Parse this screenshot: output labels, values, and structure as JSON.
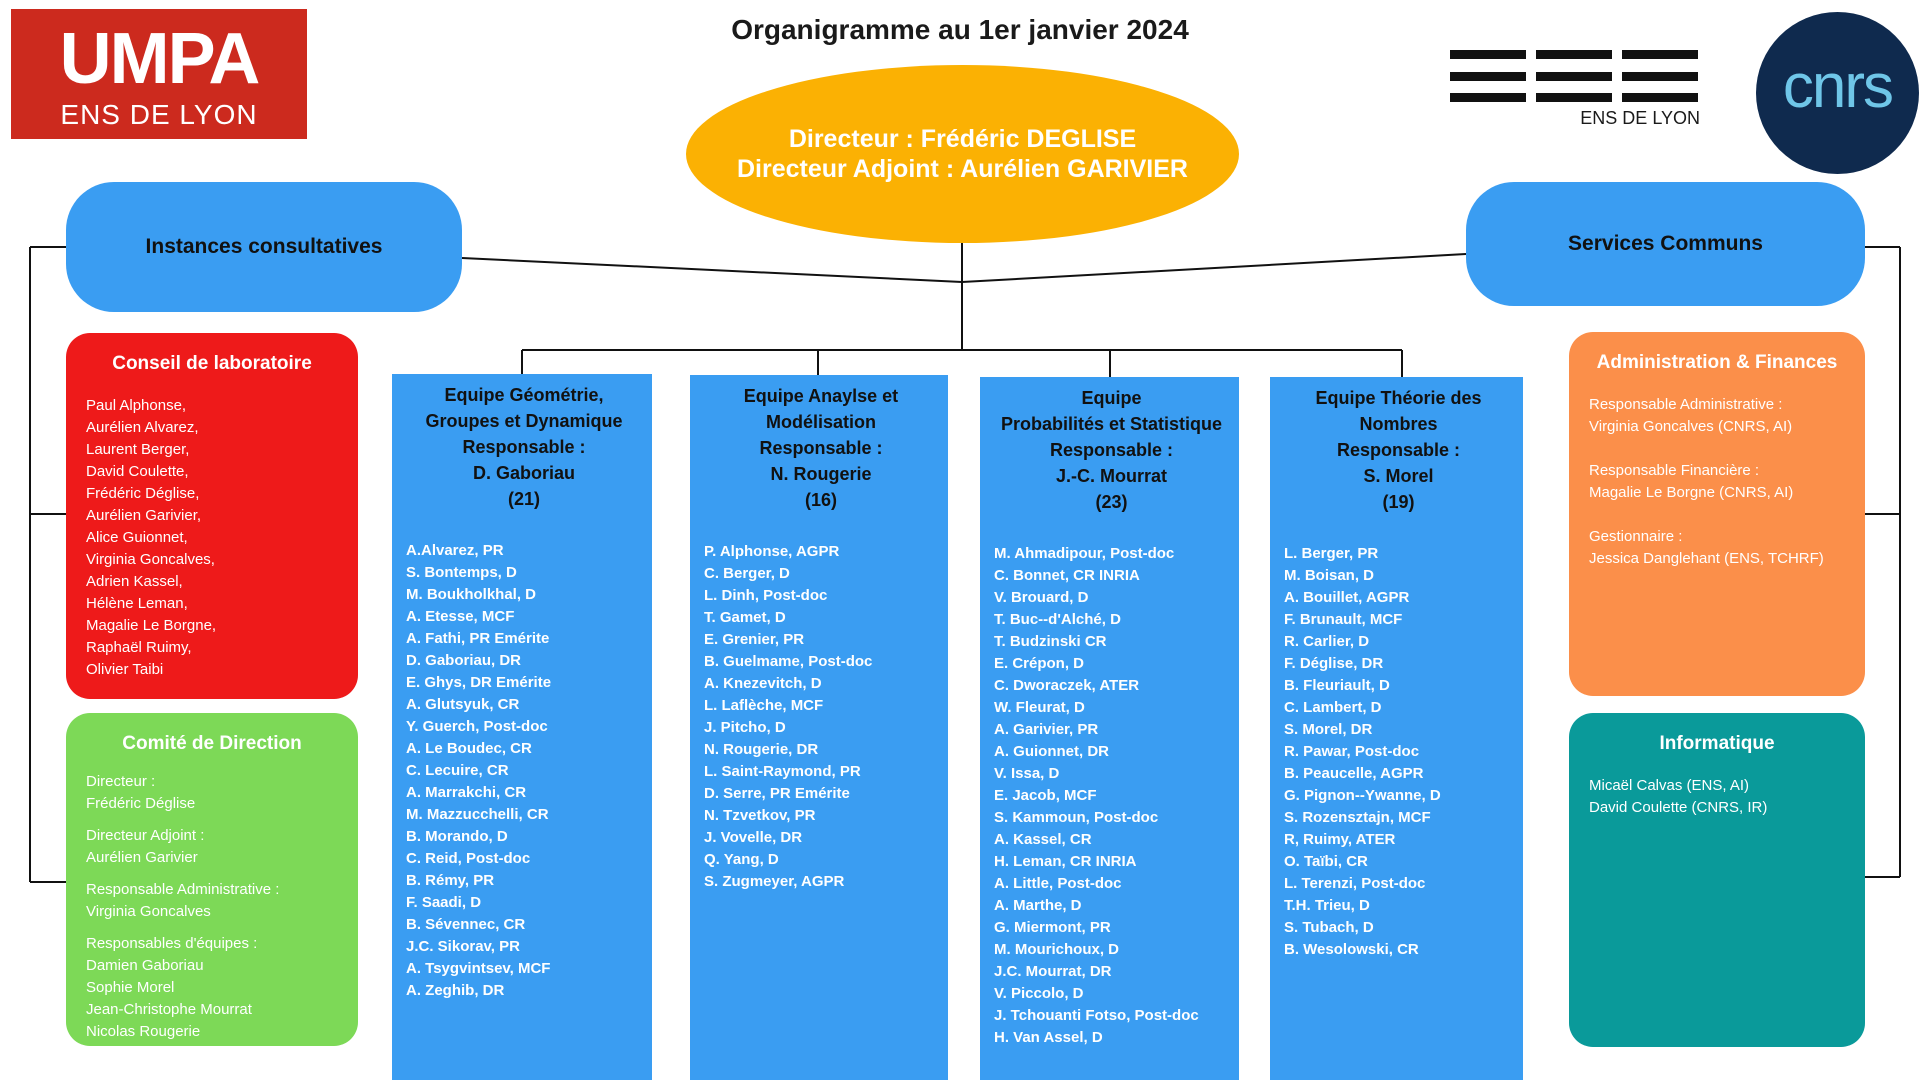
{
  "page_title": "Organigramme au 1er janvier 2024",
  "logos": {
    "umpa_main": "UMPA",
    "umpa_sub": "ENS DE LYON",
    "ens_sub": "ENS DE LYON",
    "cnrs": "cnrs"
  },
  "director": {
    "line1": "Directeur : Frédéric DEGLISE",
    "line2": "Directeur Adjoint : Aurélien GARIVIER"
  },
  "instances": {
    "label": "Instances consultatives"
  },
  "services": {
    "label": "Services Communs"
  },
  "conseil": {
    "title": "Conseil de laboratoire",
    "members": [
      "Paul Alphonse,",
      "Aurélien Alvarez,",
      "Laurent Berger,",
      "David Coulette,",
      "Frédéric Déglise,",
      " Aurélien Garivier,",
      "Alice Guionnet,",
      " Virginia Goncalves,",
      "Adrien Kassel,",
      "Hélène Leman,",
      "Magalie Le Borgne,",
      "Raphaël Ruimy,",
      "Olivier Taibi"
    ]
  },
  "comite": {
    "title": "Comité de Direction",
    "groups": [
      {
        "role": "Directeur :",
        "names": [
          "Frédéric Déglise"
        ]
      },
      {
        "role": "Directeur Adjoint :",
        "names": [
          "Aurélien Garivier"
        ]
      },
      {
        "role": "Responsable Administrative :",
        "names": [
          "Virginia Goncalves"
        ]
      },
      {
        "role": "Responsables d'équipes :",
        "names": [
          "Damien Gaboriau",
          "Sophie Morel",
          "Jean-Christophe Mourrat",
          "Nicolas Rougerie"
        ]
      }
    ]
  },
  "admin": {
    "title": "Administration & Finances",
    "groups": [
      {
        "role": "Responsable Administrative :",
        "names": [
          "Virginia Goncalves (CNRS, AI)"
        ]
      },
      {
        "role": "Responsable Financière :",
        "names": [
          "Magalie Le Borgne (CNRS, AI)"
        ]
      },
      {
        "role": "Gestionnaire :",
        "names": [
          "Jessica Danglehant (ENS, TCHRF)"
        ]
      }
    ]
  },
  "informatique": {
    "title": "Informatique",
    "members": [
      "Micaël Calvas (ENS, AI)",
      "David Coulette (CNRS, IR)"
    ]
  },
  "teams": [
    {
      "heading": [
        "Equipe Géométrie,",
        "Groupes et Dynamique",
        "Responsable :",
        "D. Gaboriau",
        "(21)"
      ],
      "members": [
        "A.Alvarez, PR",
        "S. Bontemps, D",
        "M. Boukholkhal, D",
        "A. Etesse, MCF",
        "A. Fathi, PR Emérite",
        "D. Gaboriau, DR",
        "E. Ghys, DR Emérite",
        "A. Glutsyuk, CR",
        "Y. Guerch, Post-doc",
        "A. Le Boudec, CR",
        "C. Lecuire, CR",
        "A. Marrakchi, CR",
        "M. Mazzucchelli, CR",
        "B. Morando, D",
        "C. Reid, Post-doc",
        "B. Rémy, PR",
        "F. Saadi, D",
        "B. Sévennec, CR",
        "J.C. Sikorav, PR",
        "A. Tsygvintsev, MCF",
        "A. Zeghib, DR"
      ]
    },
    {
      "heading": [
        "Equipe Anaylse et",
        "Modélisation",
        "Responsable :",
        "N. Rougerie",
        "(16)"
      ],
      "members": [
        "P. Alphonse, AGPR",
        "C. Berger, D",
        "L.  Dinh, Post-doc",
        "T. Gamet, D",
        "E. Grenier, PR",
        "B. Guelmame, Post-doc",
        "A. Knezevitch, D",
        "L. Laflèche, MCF",
        "J. Pitcho, D",
        "N. Rougerie, DR",
        "L. Saint-Raymond, PR",
        "D. Serre, PR Emérite",
        "N. Tzvetkov, PR",
        "J. Vovelle, DR",
        "Q. Yang, D",
        "S. Zugmeyer, AGPR"
      ]
    },
    {
      "heading": [
        "Equipe",
        "Probabilités et Statistique",
        "Responsable :",
        "J.-C. Mourrat",
        "(23)"
      ],
      "members": [
        "M. Ahmadipour, Post-doc",
        "C. Bonnet, CR INRIA",
        "V. Brouard, D",
        "T. Buc--d'Alché, D",
        "T. Budzinski CR",
        "E. Crépon, D",
        "C. Dworaczek, ATER",
        "W. Fleurat, D",
        "A. Garivier, PR",
        "A. Guionnet, DR",
        "V. Issa, D",
        "E. Jacob, MCF",
        "S. Kammoun, Post-doc",
        "A. Kassel, CR",
        "H. Leman, CR INRIA",
        "A. Little, Post-doc",
        "A. Marthe, D",
        "G. Miermont, PR",
        "M. Mourichoux, D",
        "J.C. Mourrat, DR",
        "V. Piccolo, D",
        "J. Tchouanti Fotso, Post-doc",
        "H. Van Assel, D"
      ]
    },
    {
      "heading": [
        "Equipe Théorie des",
        "Nombres",
        "Responsable :",
        "S. Morel",
        "(19)"
      ],
      "members": [
        "L. Berger, PR",
        "M. Boisan, D",
        "A. Bouillet, AGPR",
        "F. Brunault, MCF",
        "R. Carlier, D",
        "F. Déglise, DR",
        "B. Fleuriault, D",
        "C. Lambert, D",
        "S. Morel, DR",
        "R. Pawar, Post-doc",
        "B. Peaucelle, AGPR",
        "G. Pignon--Ywanne, D",
        "S. Rozensztajn, MCF",
        "R, Ruimy, ATER",
        "O. Taïbi, CR",
        "L. Terenzi, Post-doc",
        "T.H. Trieu, D",
        "S. Tubach, D",
        "B. Wesolowski, CR"
      ]
    }
  ],
  "colors": {
    "blue": "#3a9df2",
    "director": "#fbb103",
    "conseil": "#ee1a1a",
    "comite": "#7dd957",
    "admin": "#fb8f4a",
    "informatique": "#0a9a9a",
    "umpa": "#cc2a1e"
  }
}
